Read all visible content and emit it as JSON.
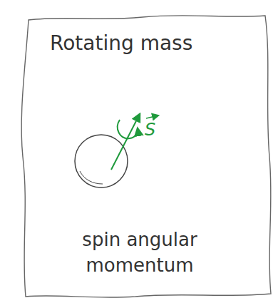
{
  "diagram": {
    "title": "Rotating mass",
    "caption": "spin angular momentum",
    "labels": [
      "S"
    ]
  }
}
